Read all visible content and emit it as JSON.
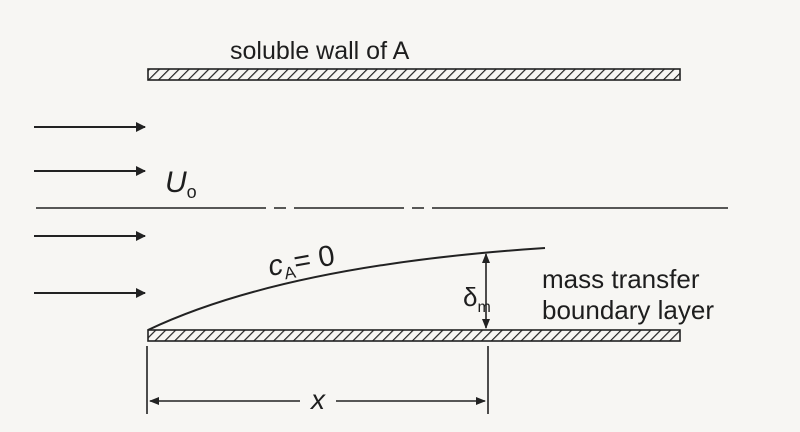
{
  "diagram": {
    "title": "soluble wall of A",
    "velocity_symbol": "U",
    "velocity_subscript": "o",
    "concentration_symbol": "c",
    "concentration_subscript": "A",
    "concentration_value": "= 0",
    "delta_symbol": "δ",
    "delta_subscript": "m",
    "layer_label_line1": "mass transfer",
    "layer_label_line2": "boundary layer",
    "distance_label": "x"
  }
}
